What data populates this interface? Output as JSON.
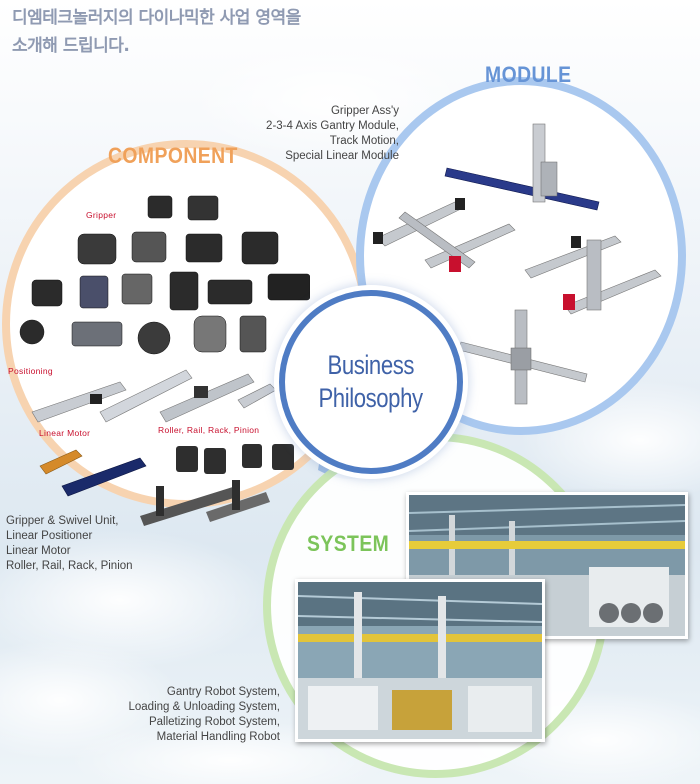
{
  "headline": {
    "line1": "디엠테크놀러지의 다이나믹한 사업 영역을",
    "line2": "소개해 드립니다."
  },
  "center": {
    "line1": "Business",
    "line2": "Philosophy"
  },
  "component": {
    "title": "COMPONENT",
    "labels": {
      "gripper": "Gripper",
      "positioning": "Positioning",
      "linear_motor": "Linear Motor",
      "roller": "Roller, Rail, Rack, Pinion"
    },
    "caption": [
      "Gripper & Swivel Unit,",
      "Linear Positioner",
      "Linear Motor",
      "Roller, Rail, Rack, Pinion"
    ]
  },
  "module": {
    "title": "MODULE",
    "caption": [
      "Gripper Ass'y",
      "2-3-4 Axis Gantry Module,",
      "Track Motion,",
      "Special Linear Module"
    ]
  },
  "system": {
    "title": "SYSTEM",
    "caption": [
      "Gantry Robot System,",
      "Loading & Unloading System,",
      "Palletizing Robot System,",
      "Material Handling Robot"
    ]
  },
  "colors": {
    "component_ring": "#f7d3b0",
    "component_title": "#f0a15a",
    "module_ring": "#a9c8ef",
    "module_title": "#6694d6",
    "system_ring": "#c9e7b3",
    "system_title": "#7cc45a",
    "center_ring": "#4f7cc4",
    "center_text": "#3f62a8",
    "headline": "#8f9ab2",
    "label_red": "#c8102e"
  }
}
